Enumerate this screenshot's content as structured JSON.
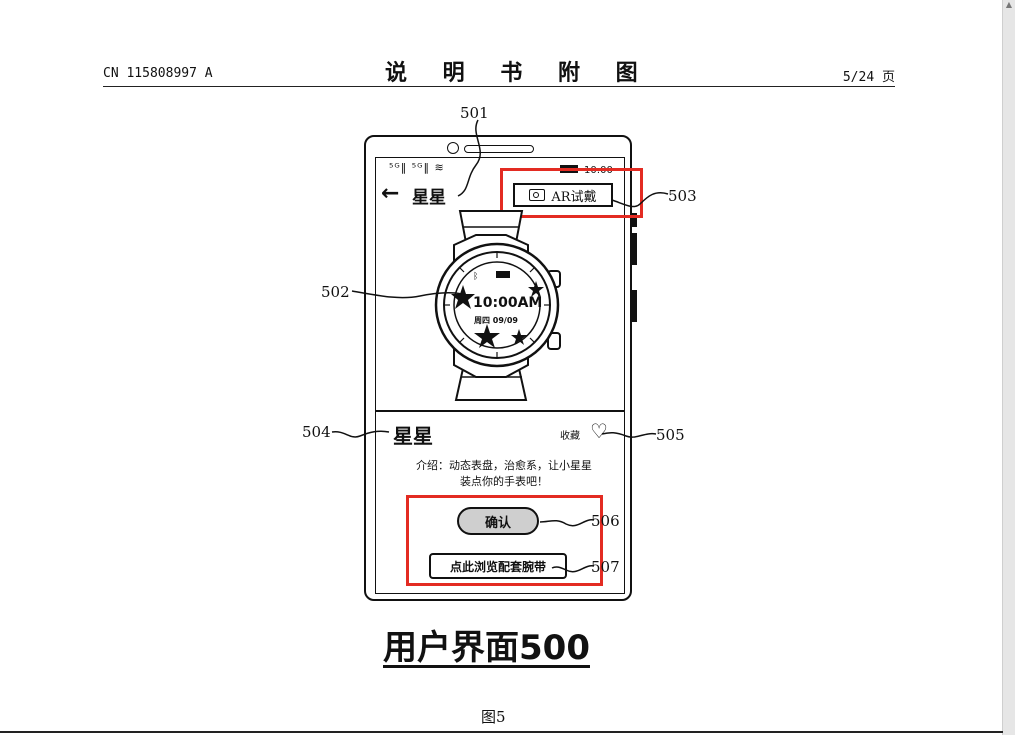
{
  "header": {
    "patent_number": "CN 115808997 A",
    "title": "说 明 书 附 图",
    "page": "5/24 页"
  },
  "reference_labels": {
    "r501": "501",
    "r502": "502",
    "r503": "503",
    "r504": "504",
    "r505": "505",
    "r506": "506",
    "r507": "507"
  },
  "phone_screen": {
    "status_icons": "⁵ᴳ‖ ⁵ᴳ‖ ≋",
    "nav_title": "星星",
    "ar_button_label": "AR试戴",
    "watch_face": {
      "time": "10:00AM",
      "date": "周四 09/09"
    },
    "product_name": "星星",
    "favorite_label": "收藏",
    "description_line1": "介绍：动态表盘，治愈系，让小星星",
    "description_line2": "装点你的手表吧！",
    "confirm_button": "确认",
    "browse_band_button": "点此浏览配套腕带"
  },
  "interface_title": "用户界面500",
  "figure_caption": "图5",
  "colors": {
    "highlight_box": "#e32b22",
    "confirm_fill": "#cfcfcf"
  },
  "icons": [
    "back-arrow-icon",
    "camera-icon",
    "heart-icon",
    "bluetooth-icon",
    "battery-icon",
    "star-icon"
  ]
}
